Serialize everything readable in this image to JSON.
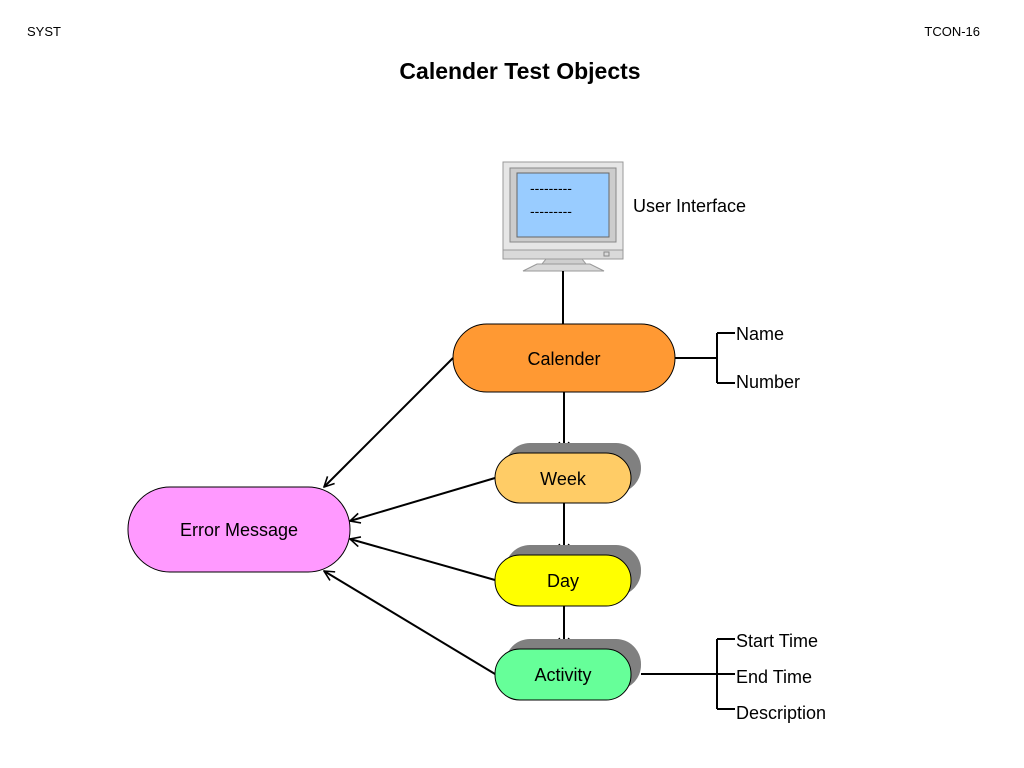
{
  "header": {
    "left_label": "SYST",
    "right_label": "TCON-16"
  },
  "title": "Calender Test Objects",
  "monitor": {
    "screen_line_1": "---------",
    "screen_line_2": "---------",
    "label": "User Interface"
  },
  "nodes": {
    "calender": "Calender",
    "week": "Week",
    "day": "Day",
    "activity": "Activity",
    "error": "Error Message"
  },
  "calender_attributes": [
    "Name",
    "Number"
  ],
  "activity_attributes": [
    "Start Time",
    "End Time",
    "Description"
  ],
  "colors": {
    "calender": "#ff9933",
    "week": "#ffcc66",
    "day": "#ffff00",
    "activity": "#66ff99",
    "error": "#ff99ff",
    "shadow": "#808080",
    "screen": "#99ccff"
  }
}
